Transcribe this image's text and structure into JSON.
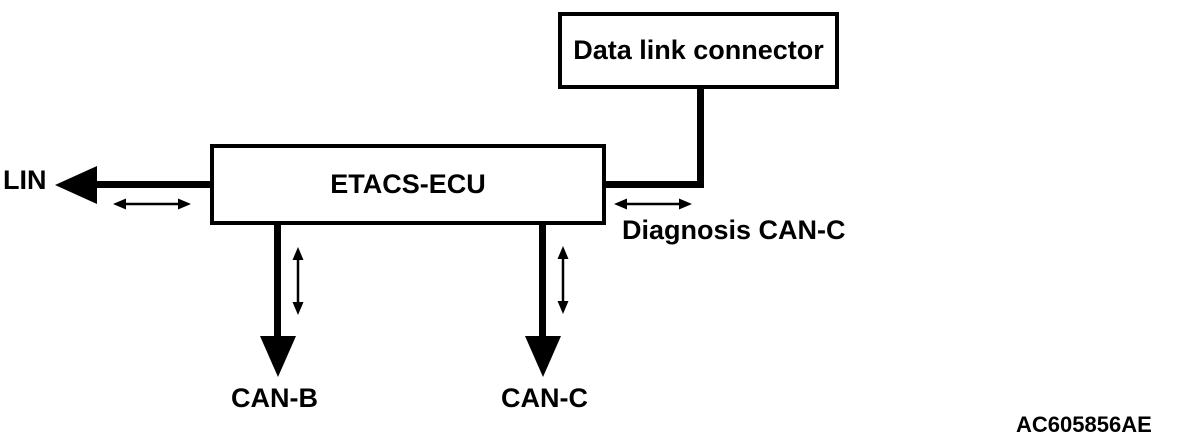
{
  "diagram": {
    "boxes": [
      {
        "id": "data-link-connector",
        "label": "Data link connector"
      },
      {
        "id": "etacs-ecu",
        "label": "ETACS-ECU"
      }
    ],
    "labels": {
      "lin": "LIN",
      "diagnosis_can_c": "Diagnosis CAN-C",
      "can_b": "CAN-B",
      "can_c": "CAN-C"
    },
    "figure_code": "AC605856AE",
    "colors": {
      "foreground": "#000000",
      "background": "#ffffff"
    },
    "connections": [
      {
        "from": "ETACS-ECU",
        "to": "LIN",
        "style": "thick-arrow-left",
        "bidirectional": true
      },
      {
        "from": "ETACS-ECU",
        "to": "Data link connector",
        "style": "thick-elbow-line",
        "label": "Diagnosis CAN-C",
        "bidirectional": true
      },
      {
        "from": "ETACS-ECU",
        "to": "CAN-B",
        "style": "thick-arrow-down",
        "bidirectional": true
      },
      {
        "from": "ETACS-ECU",
        "to": "CAN-C",
        "style": "thick-arrow-down",
        "bidirectional": true
      }
    ]
  }
}
